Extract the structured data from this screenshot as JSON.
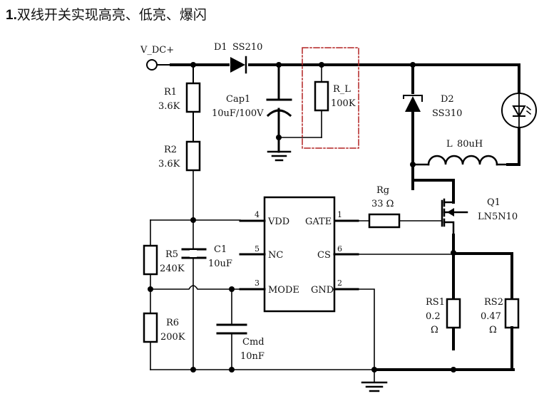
{
  "title": {
    "number": "1.",
    "text": "双线开关实现高亮、低亮、爆闪"
  },
  "net_labels": {
    "vin": "V_DC+"
  },
  "components": {
    "D1": {
      "ref": "D1",
      "value": "SS210",
      "type": "diode"
    },
    "R1": {
      "ref": "R1",
      "value": "3.6K",
      "type": "resistor"
    },
    "R2": {
      "ref": "R2",
      "value": "3.6K",
      "type": "resistor"
    },
    "Cap1": {
      "ref": "Cap1",
      "value": "10uF/100V",
      "type": "electrolytic-capacitor"
    },
    "R_L": {
      "ref": "R_L",
      "value": "100K",
      "type": "resistor"
    },
    "D2": {
      "ref": "D2",
      "value": "SS310",
      "type": "schottky-diode"
    },
    "LED": {
      "type": "led"
    },
    "L": {
      "ref": "L",
      "value": "80uH",
      "type": "inductor"
    },
    "Rg": {
      "ref": "Rg",
      "value": "33 Ω",
      "type": "resistor"
    },
    "Q1": {
      "ref": "Q1",
      "value": "LN5N10",
      "type": "n-mosfet"
    },
    "R5": {
      "ref": "R5",
      "value": "240K",
      "type": "resistor"
    },
    "C1": {
      "ref": "C1",
      "value": "10uF",
      "type": "capacitor"
    },
    "R6": {
      "ref": "R6",
      "value": "200K",
      "type": "resistor"
    },
    "Cmd": {
      "ref": "Cmd",
      "value": "10nF",
      "type": "capacitor"
    },
    "RS1": {
      "ref": "RS1",
      "value": "0.2",
      "unit": "Ω",
      "type": "resistor"
    },
    "RS2": {
      "ref": "RS2",
      "value": "0.47",
      "unit": "Ω",
      "type": "resistor"
    }
  },
  "ic": {
    "left_pins": [
      {
        "num": "4",
        "name": "VDD"
      },
      {
        "num": "5",
        "name": "NC"
      },
      {
        "num": "3",
        "name": "MODE"
      }
    ],
    "right_pins": [
      {
        "num": "1",
        "name": "GATE"
      },
      {
        "num": "6",
        "name": "CS"
      },
      {
        "num": "2",
        "name": "GND"
      }
    ]
  },
  "colors": {
    "wire": "#000000",
    "highlight_box": "#b22222"
  }
}
